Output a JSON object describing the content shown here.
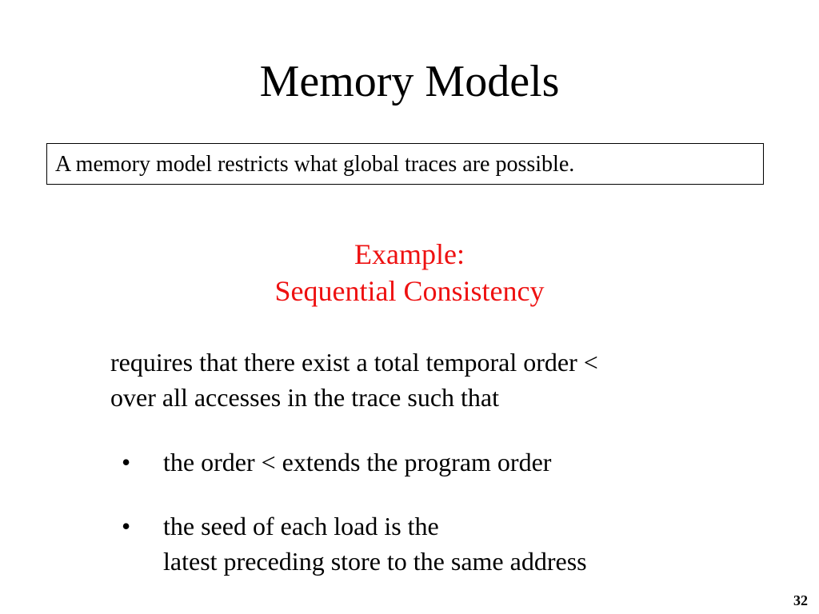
{
  "slide": {
    "title": "Memory Models",
    "definition": "A memory model restricts what global traces are possible.",
    "example": {
      "line1": "Example:",
      "line2": "Sequential Consistency",
      "color": "#ee1111"
    },
    "requirement": {
      "line1": "requires that there exist a total temporal order <",
      "line2": "over all accesses in the trace such that"
    },
    "bullets": [
      {
        "marker": "•",
        "lines": [
          "the order < extends the program order"
        ]
      },
      {
        "marker": "•",
        "lines": [
          "the seed of each load is the",
          "latest preceding store to the same address"
        ]
      }
    ],
    "page_number": "32"
  }
}
